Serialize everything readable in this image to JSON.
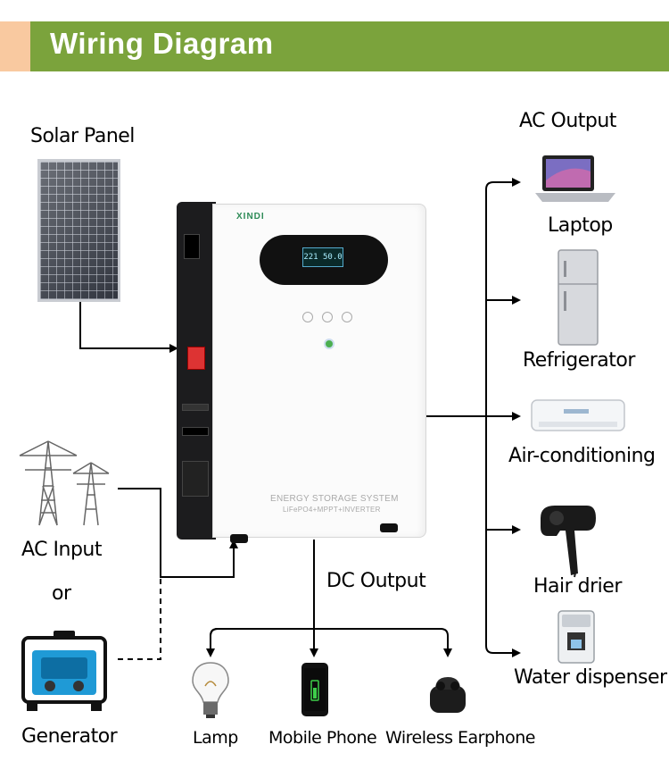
{
  "header": {
    "title": "Wiring Diagram"
  },
  "labels": {
    "solar_panel": "Solar Panel",
    "ac_output": "AC Output",
    "ac_input": "AC Input",
    "or": "or",
    "generator": "Generator",
    "dc_output": "DC Output"
  },
  "ac_outputs": [
    "Laptop",
    "Refrigerator",
    "Air-conditioning",
    "Hair drier",
    "Water dispenser"
  ],
  "dc_outputs": [
    "Lamp",
    "Mobile Phone",
    "Wireless Earphone"
  ],
  "device": {
    "brand": "XINDI",
    "screen": "221 50.0",
    "line1": "ENERGY STORAGE SYSTEM",
    "line2": "LiFePO4+MPPT+INVERTER"
  },
  "colors": {
    "header_green": "#7ba33c",
    "header_accent": "#f9c9a0",
    "wire": "#000000"
  }
}
